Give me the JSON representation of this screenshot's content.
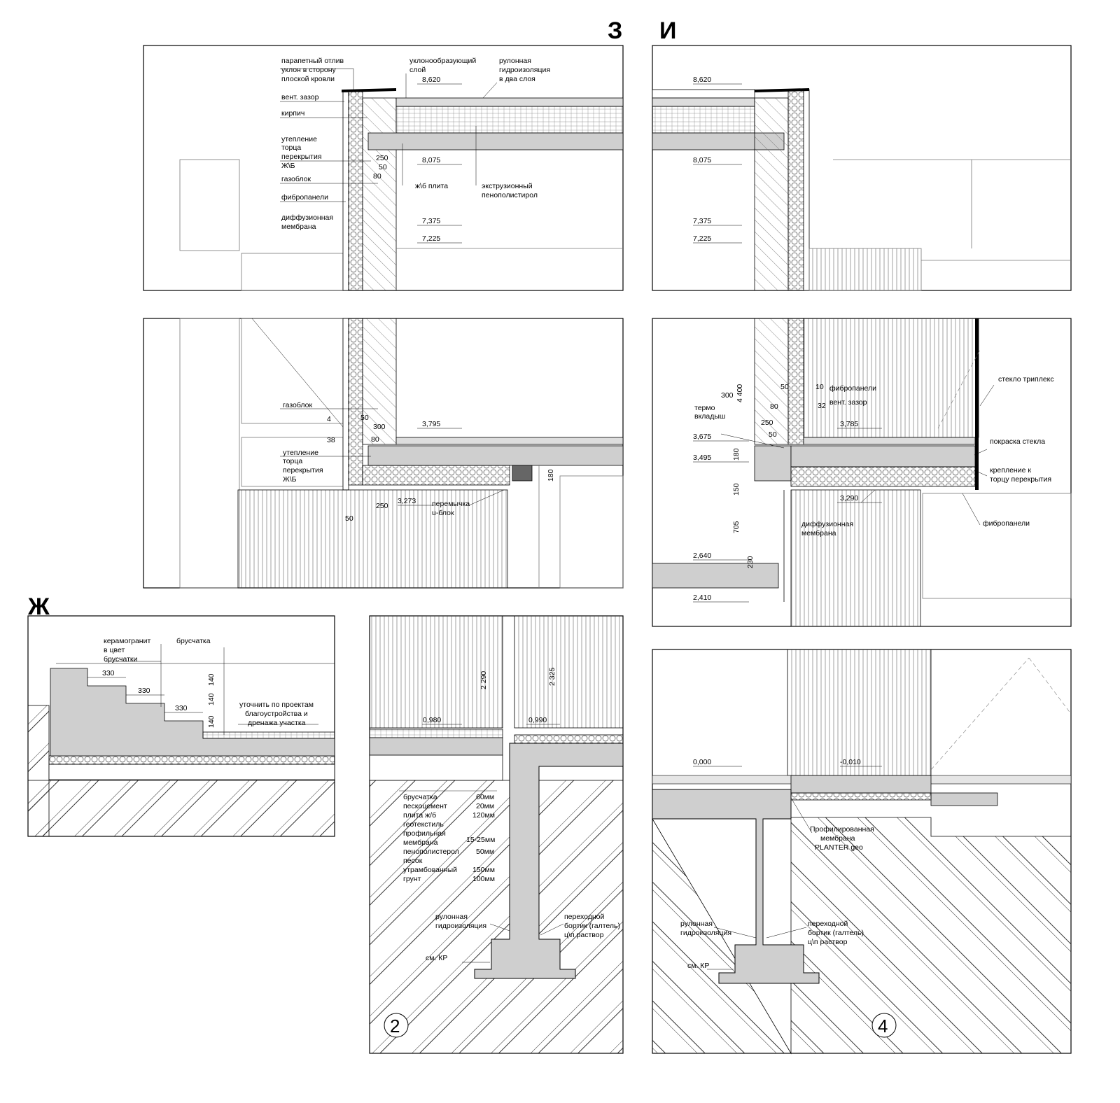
{
  "sections": {
    "z": "З",
    "i": "И",
    "zh": "Ж",
    "n2": "2",
    "n4": "4"
  },
  "detail_z_top": {
    "labels": [
      "парапетный отлив",
      "уклон в сторону",
      "плоской кровли",
      "вент. зазор",
      "кирпич",
      "утепление",
      "торца",
      "перекрытия",
      "Ж\\Б",
      "газоблок",
      "фибропанели",
      "диффузионная",
      "мембрана",
      "уклонообразующий",
      "слой",
      "рулонная",
      "гидроизоляция",
      "в два слоя",
      "ж\\б плита",
      "экструзионный",
      "пенополистирол"
    ],
    "dims": [
      "250",
      "50",
      "80"
    ],
    "levels": [
      "8,620",
      "8,075",
      "7,375",
      "7,225"
    ]
  },
  "detail_i_top": {
    "levels": [
      "8,620",
      "8,075",
      "7,375",
      "7,225"
    ]
  },
  "detail_z_mid": {
    "labels": [
      "газоблок",
      "утепление",
      "торца",
      "перекрытия",
      "Ж\\Б",
      "перемычка",
      "u-блок"
    ],
    "dims": [
      "4",
      "50",
      "300",
      "38",
      "80",
      "180",
      "250",
      "50"
    ],
    "levels": [
      "3,795",
      "3,273"
    ]
  },
  "detail_i_mid": {
    "labels": [
      "стекло триплекс",
      "фибропанели",
      "вент. зазор",
      "термо",
      "вкладыш",
      "покраска стекла",
      "крепление к",
      "торцу перекрытия",
      "диффузионная",
      "мембрана",
      "фибропанели"
    ],
    "dims": [
      "4 400",
      "300",
      "50",
      "10",
      "80",
      "32",
      "250",
      "50",
      "180",
      "150",
      "705",
      "230"
    ],
    "levels": [
      "3,785",
      "3,675",
      "3,495",
      "3,290",
      "2,640",
      "2,410"
    ]
  },
  "detail_zh": {
    "labels": [
      "керамогранит",
      "в цвет",
      "брусчатки",
      "брусчатка",
      "уточнить по проектам",
      "благоустройства и",
      "дренажа участка"
    ],
    "dims": [
      "330",
      "330",
      "330",
      "140",
      "140",
      "140"
    ]
  },
  "detail_2": {
    "dims": [
      "2 290",
      "2 325"
    ],
    "levels": [
      "0,980",
      "0,990"
    ],
    "layers": [
      {
        "name": "брусчатка",
        "value": "60мм"
      },
      {
        "name": "пескоцемент",
        "value": "20мм"
      },
      {
        "name": "плита ж/б",
        "value": "120мм"
      },
      {
        "name": "геотекстиль",
        "value": ""
      },
      {
        "name": "профильная",
        "value": ""
      },
      {
        "name": "мембрана",
        "value": "15-25мм"
      },
      {
        "name": "пенополистерол",
        "value": "50мм"
      },
      {
        "name": "песок",
        "value": ""
      },
      {
        "name": "утрамбованный",
        "value": "150мм"
      },
      {
        "name": "грунт",
        "value": "100мм"
      }
    ],
    "labels": [
      "рулонная",
      "гидроизоляция",
      "переходной",
      "бортик (галтель)",
      "ц\\п раствор",
      "см. КР"
    ]
  },
  "detail_4": {
    "levels": [
      "0,000",
      "-0,010"
    ],
    "labels": [
      "Профилированная",
      "мембрана",
      "PLANTER geo",
      "рулонная",
      "гидроизоляция",
      "переходной",
      "бортик (галтель)",
      "ц\\п раствор",
      "см. КР"
    ]
  }
}
